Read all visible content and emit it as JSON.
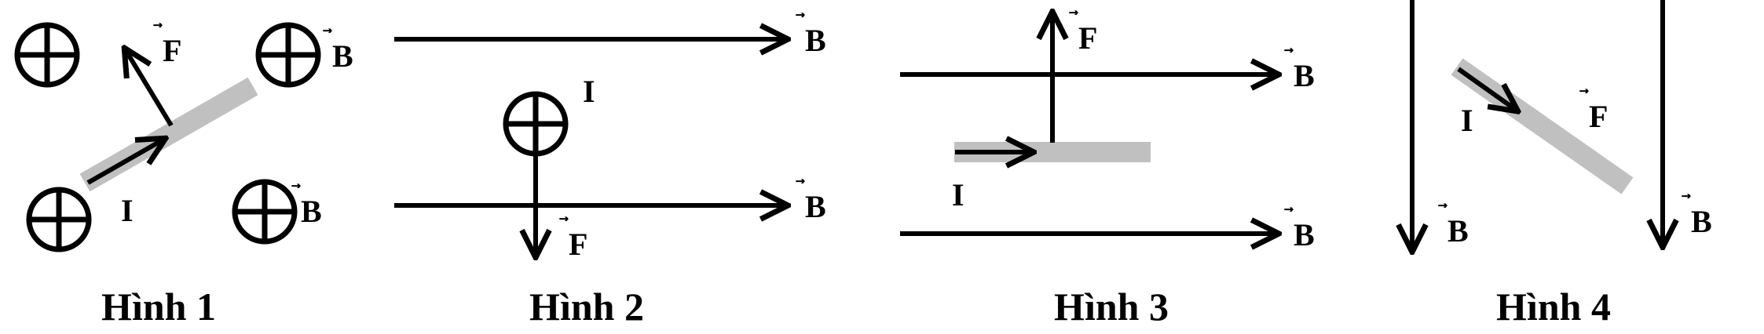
{
  "colors": {
    "stroke": "#000000",
    "conductor": "#c0c0c0",
    "background": "#ffffff"
  },
  "symbols": {
    "field": "B",
    "force": "F",
    "current": "I",
    "vector_arrow": "⃗"
  },
  "figures": [
    {
      "caption": "Hình 1"
    },
    {
      "caption": "Hình 2"
    },
    {
      "caption": "Hình 3"
    },
    {
      "caption": "Hình 4"
    }
  ]
}
